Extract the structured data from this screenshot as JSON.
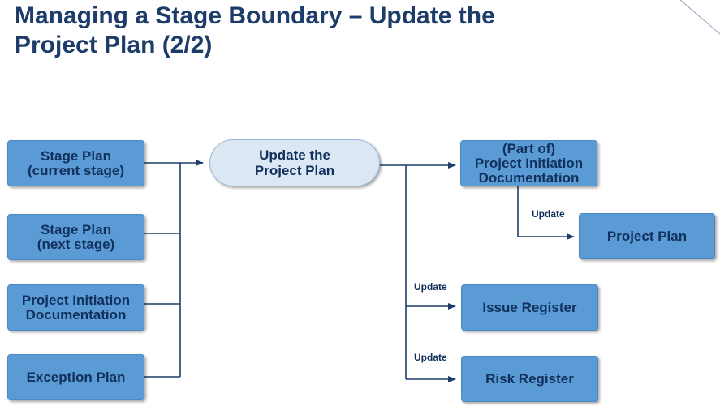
{
  "slide": {
    "title_line1": "Managing a Stage Boundary – Update the",
    "title_line2": "Project Plan (2/2)"
  },
  "inputs": [
    {
      "line1": "Stage Plan",
      "line2": "(current stage)"
    },
    {
      "line1": "Stage Plan",
      "line2": "(next stage)"
    },
    {
      "line1": "Project Initiation",
      "line2": "Documentation"
    },
    {
      "line1": "Exception Plan",
      "line2": ""
    }
  ],
  "process": {
    "line1": "Update the",
    "line2": "Project Plan"
  },
  "outputs": {
    "pid": {
      "line1": "(Part of)",
      "line2": "Project Initiation",
      "line3": "Documentation"
    },
    "project_plan": "Project Plan",
    "issue_register": "Issue Register",
    "risk_register": "Risk Register"
  },
  "labels": {
    "update_project_plan": "Update",
    "update_issue_register": "Update",
    "update_risk_register": "Update"
  },
  "colors": {
    "title": "#1d3c6a",
    "box_fill": "#5b9bd5",
    "process_fill": "#dbe7f3",
    "connector": "#1d3c6a"
  }
}
